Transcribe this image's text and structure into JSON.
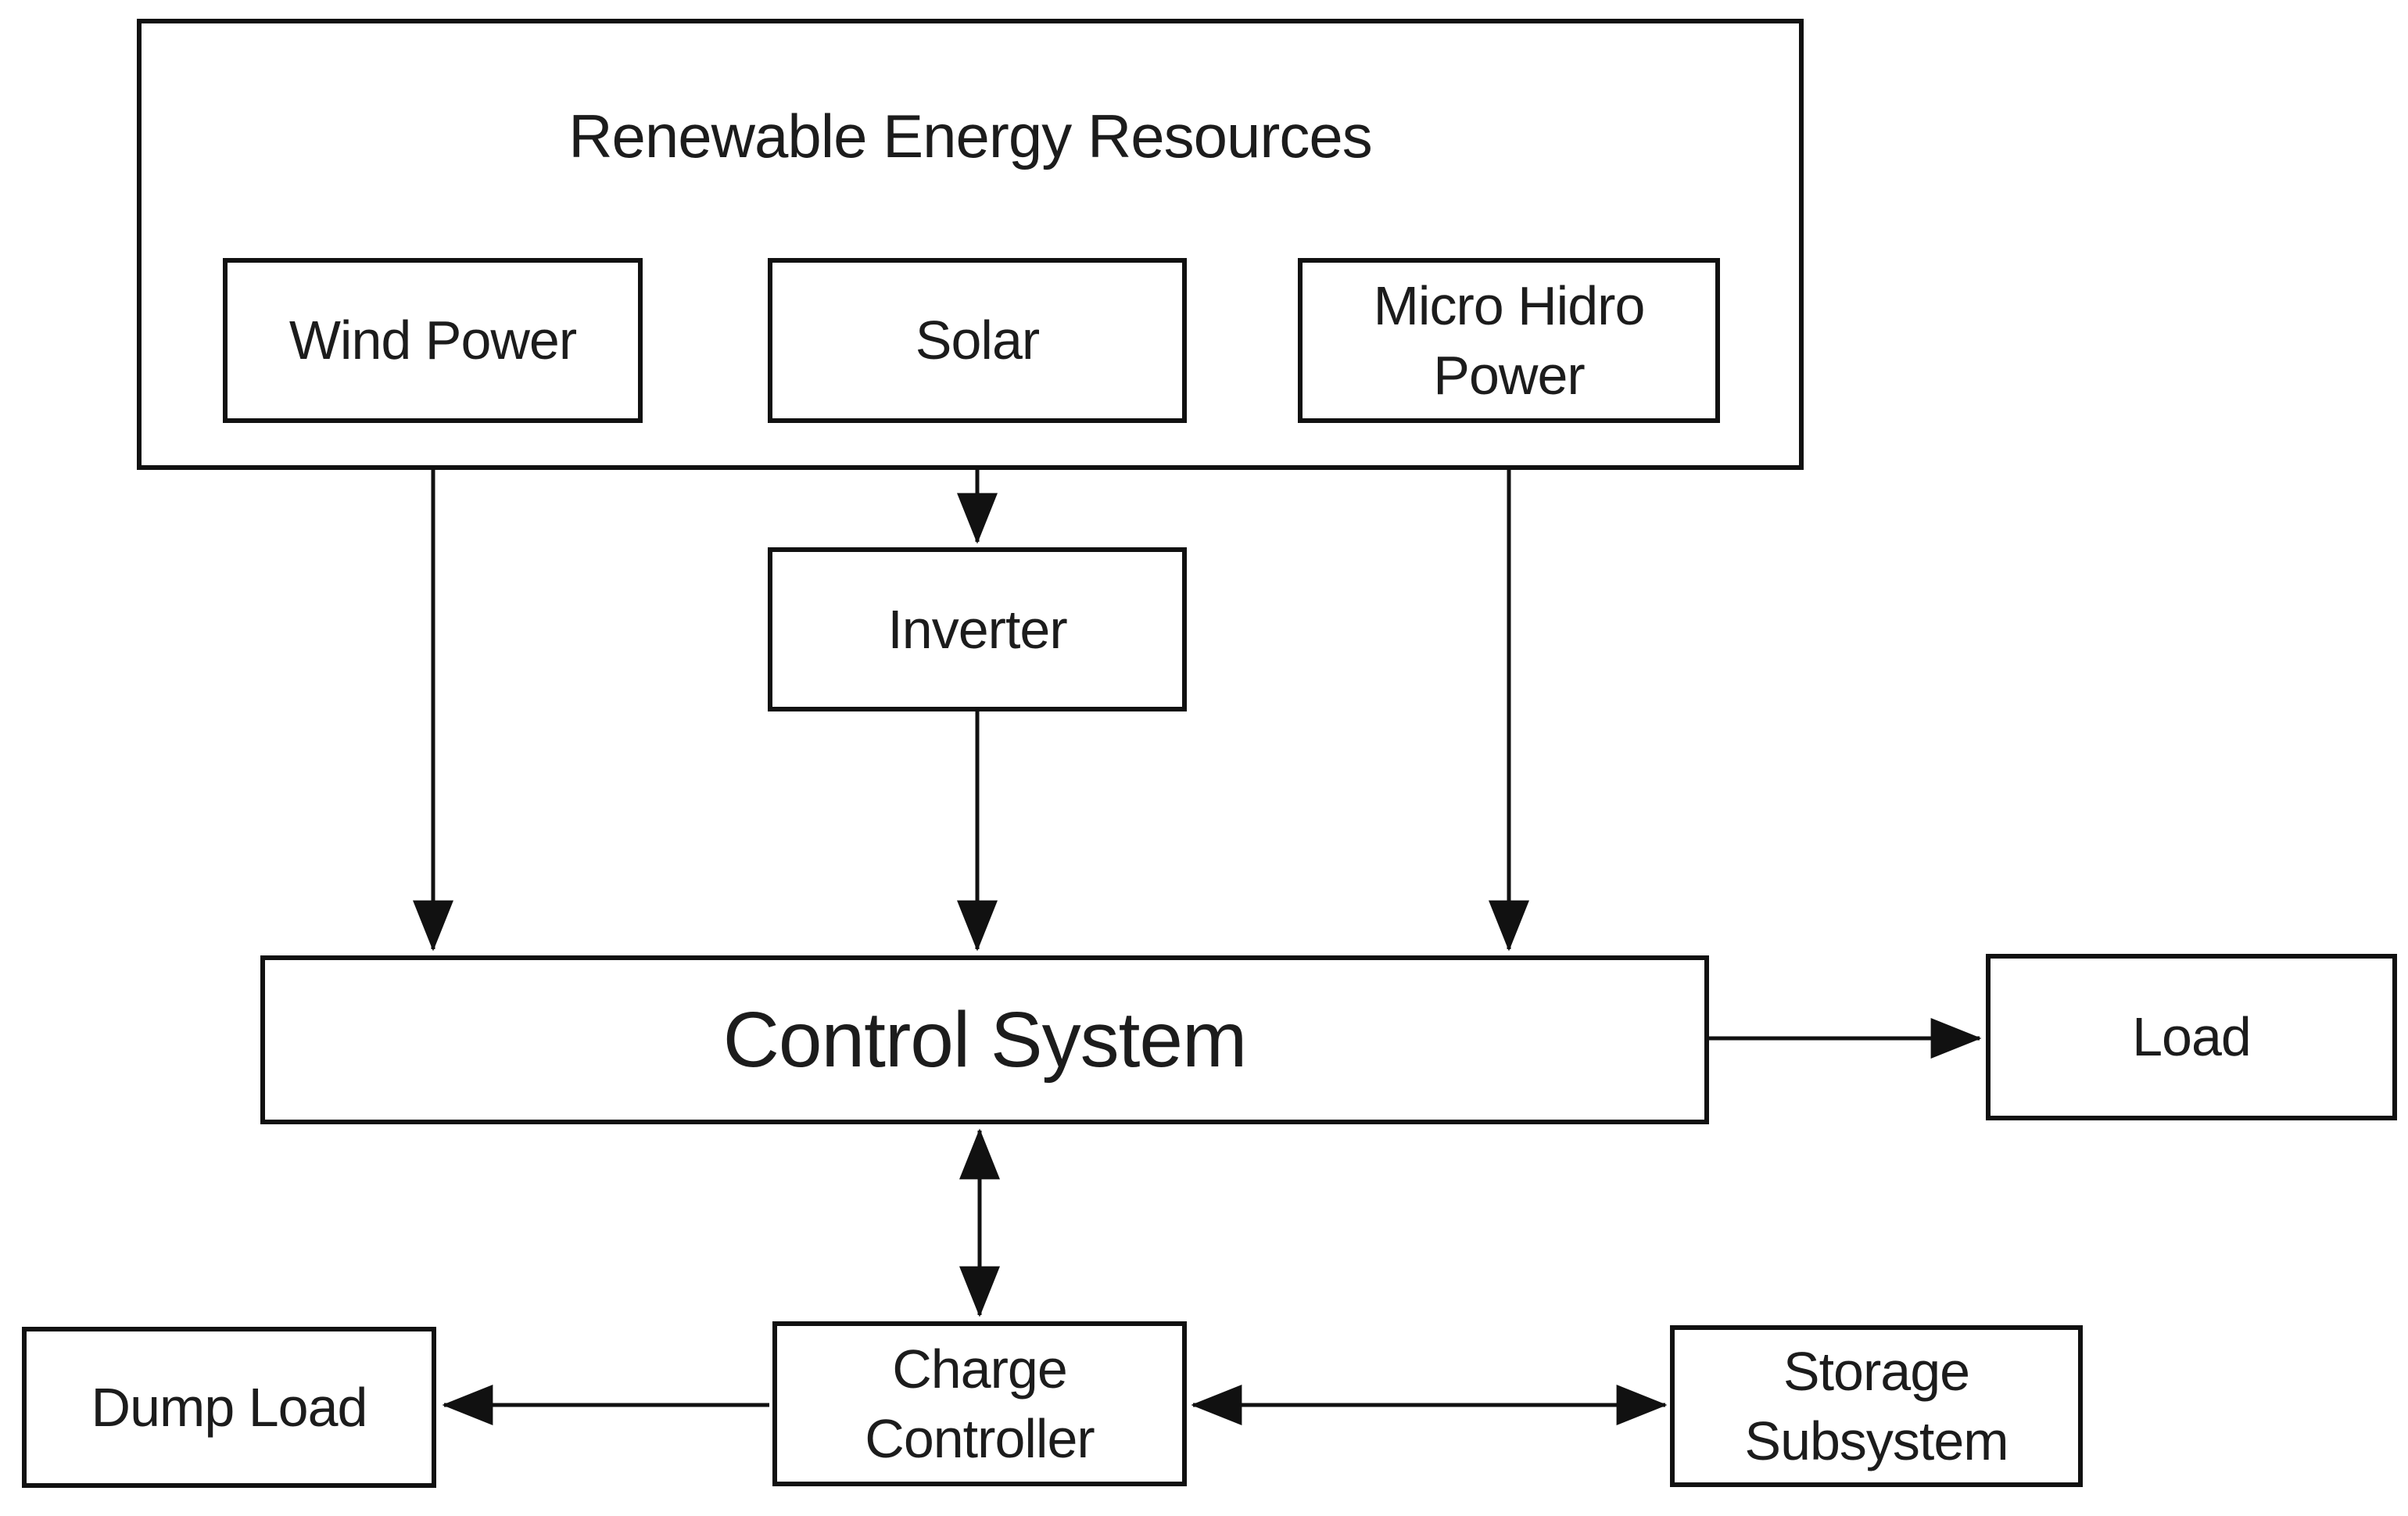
{
  "diagram": {
    "title": "Renewable Energy Resources",
    "nodes": {
      "wind_power": {
        "label": "Wind Power"
      },
      "solar": {
        "label": "Solar"
      },
      "micro_hidro_power": {
        "label": "Micro Hidro Power"
      },
      "inverter": {
        "label": "Inverter"
      },
      "control_system": {
        "label": "Control System"
      },
      "load": {
        "label": "Load"
      },
      "dump_load": {
        "label": "Dump Load"
      },
      "charge_controller": {
        "label": "Charge Controller"
      },
      "storage_subsystem": {
        "label": "Storage Subsystem"
      }
    },
    "edges": [
      {
        "from": "Wind Power",
        "to": "Control System",
        "direction": "one-way"
      },
      {
        "from": "Solar",
        "to": "Inverter",
        "direction": "one-way"
      },
      {
        "from": "Inverter",
        "to": "Control System",
        "direction": "one-way"
      },
      {
        "from": "Micro Hidro Power",
        "to": "Control System",
        "direction": "one-way"
      },
      {
        "from": "Control System",
        "to": "Load",
        "direction": "one-way"
      },
      {
        "from": "Control System",
        "to": "Charge Controller",
        "direction": "two-way"
      },
      {
        "from": "Charge Controller",
        "to": "Dump Load",
        "direction": "one-way"
      },
      {
        "from": "Charge Controller",
        "to": "Storage Subsystem",
        "direction": "two-way"
      }
    ],
    "colors": {
      "stroke": "#111111",
      "background": "#ffffff",
      "text": "#1c1c1c"
    }
  }
}
